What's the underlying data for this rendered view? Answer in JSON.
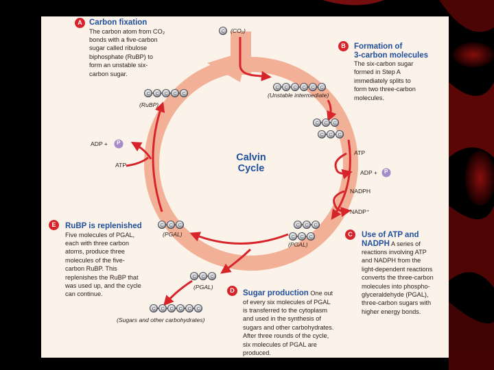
{
  "slide": {
    "center_title": [
      "Calvin",
      "Cycle"
    ],
    "steps": {
      "A": {
        "letter": "A",
        "title": "Carbon fixation",
        "body": [
          "The carbon atom from CO₂",
          "bonds with a five-carbon",
          "sugar called ribulose",
          "biphosphate (RuBP) to",
          "form an unstable six-",
          "carbon sugar."
        ]
      },
      "B": {
        "letter": "B",
        "title": [
          "Formation of",
          "3-carbon molecules"
        ],
        "body": [
          "The six-carbon sugar",
          "formed in Step A",
          "immediately splits to",
          "form two three-carbon",
          "molecules."
        ]
      },
      "C": {
        "letter": "C",
        "title": [
          "Use of ATP and",
          "NADPH"
        ],
        "title_tail": "A series of",
        "body": [
          "reactions involving ATP",
          "and NADPH from the",
          "light-dependent reactions",
          "converts the three-carbon",
          "molecules into phospho-",
          "glyceraldehyde (PGAL),",
          "three-carbon sugars with",
          "higher energy bonds."
        ]
      },
      "D": {
        "letter": "D",
        "title": "Sugar production",
        "title_tail": "One out",
        "body": [
          "of every six molecules of PGAL",
          "is transferred to the cytoplasm",
          "and used in the synthesis of",
          "sugars and other carbohydrates.",
          "After three rounds of the cycle,",
          "six molecules of PGAL are",
          "produced."
        ]
      },
      "E": {
        "letter": "E",
        "title": "RuBP is replenished",
        "body": [
          "Five molecules of PGAL,",
          "each with three carbon",
          "atoms, produce three",
          "molecules of the five-",
          "carbon RuBP. This",
          "replenishes the RuBP that",
          "was used up, and the cycle",
          "can continue."
        ]
      }
    },
    "labels": {
      "co2": "(CO₂)",
      "rubp": "(RuBP)",
      "unstable": "(Unstable intermediate)",
      "pgal_left": "(PGAL)",
      "pgal_right": "(PGAL)",
      "pgal_out": "(PGAL)",
      "sugars": "(Sugars and other carbohydrates)",
      "adp_p_left": "ADP +",
      "atp_left": "ATP",
      "atp_right": "ATP",
      "adp_p_right": "ADP +",
      "nadph": "NADPH",
      "nadp": "NADP⁺",
      "phosphate": "P",
      "carbon": "C"
    },
    "colors": {
      "ring": "#f2b096",
      "arrow_red": "#d6242a",
      "heading_blue": "#1f4f9c",
      "phosphate": "#a58cc8",
      "panel": "#fbf2ea"
    }
  }
}
